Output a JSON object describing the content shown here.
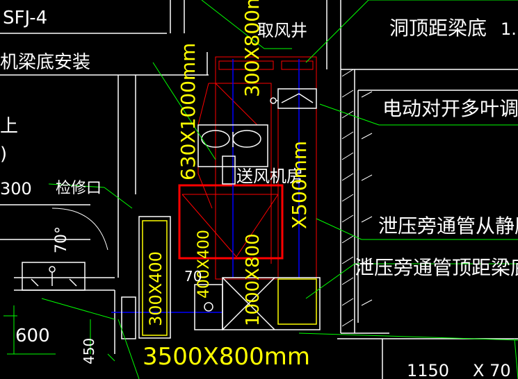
{
  "labels": {
    "top_left_code": "SFJ-4",
    "left_install": "机梁底安装",
    "left_top_partial": "上",
    "left_bracket": ")",
    "dim_300": "300",
    "access_door": "检修口",
    "dim_600": "600",
    "dim_450": "450",
    "ang_70": "70°",
    "air_shaft": "取风井",
    "shaft_top_dist": "洞顶距梁底",
    "shaft_top_val": "1.",
    "motor_damper": "电动对开多叶调节",
    "fan_room": "送风机房",
    "bypass_from_static": "泄压旁通管从静压",
    "bypass_top_dist": "泄压旁通管顶距梁底",
    "dim_1150": "1150",
    "dim_x70": "X 70",
    "duct_v1": "300X800mm",
    "duct_v2": "630X1000mm",
    "duct_v3": "X500mm",
    "duct_v4": "1000X800",
    "duct_v5": "300X400",
    "duct_bottom": "3500X800mm",
    "duct_mid": "400X400",
    "small_label": "70"
  },
  "colors": {
    "background": "#000000",
    "text": "#ffffff",
    "leader": "#00ff00",
    "wall": "#ffffff",
    "highlight": "#ff0000",
    "duct_text": "#ffff00",
    "axis": "#0000ff"
  }
}
